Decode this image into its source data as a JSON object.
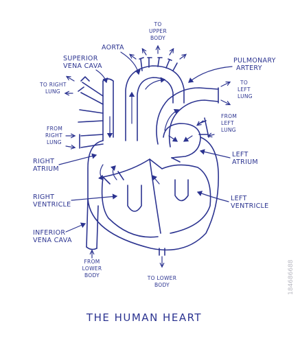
{
  "title": "THE HUMAN HEART",
  "watermark": "184686688",
  "labels": {
    "aorta": "AORTA",
    "superior_vena_cava": [
      "SUPERIOR",
      "VENA CAVA"
    ],
    "to_upper_body": [
      "TO",
      "UPPER",
      "BODY"
    ],
    "pulmonary_artery": [
      "PULMONARY",
      "ARTERY"
    ],
    "to_right_lung": [
      "TO RIGHT",
      "LUNG"
    ],
    "to_left_lung": [
      "TO",
      "LEFT",
      "LUNG"
    ],
    "from_right_lung": [
      "FROM",
      "RIGHT",
      "LUNG"
    ],
    "from_left_lung": [
      "FROM",
      "LEFT",
      "LUNG"
    ],
    "right_atrium": [
      "RIGHT",
      "ATRIUM"
    ],
    "left_atrium": [
      "LEFT",
      "ATRIUM"
    ],
    "right_ventricle": [
      "RIGHT",
      "VENTRICLE"
    ],
    "left_ventricle": [
      "LEFT",
      "VENTRICLE"
    ],
    "inferior_vena_cava": [
      "INFERIOR",
      "VENA CAVA"
    ],
    "from_lower_body": [
      "FROM",
      "LOWER",
      "BODY"
    ],
    "to_lower_body": [
      "TO LOWER",
      "BODY"
    ]
  },
  "colors": {
    "ink": "#2b3390",
    "background": "#ffffff"
  }
}
